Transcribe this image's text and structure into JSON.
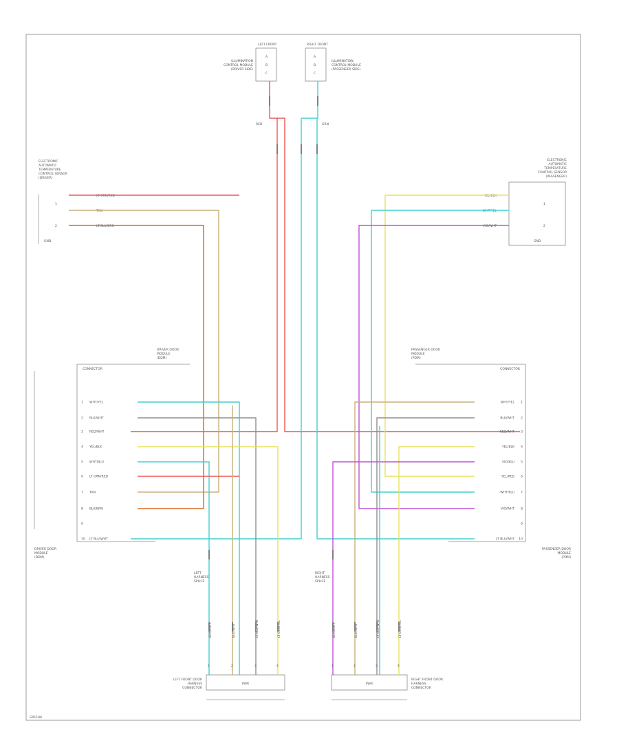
{
  "figure_id": "G01188",
  "colors": {
    "red": "#ee5555",
    "dark_red": "#c03030",
    "orange": "#d86a20",
    "yellow": "#e8e25a",
    "tan": "#c8b078",
    "cyan": "#40d0d0",
    "gray": "#8f8f8f",
    "purple": "#c050d8",
    "green": "#7ad66a",
    "blue": "#3a60e0"
  },
  "components": {
    "left_top_plug": {
      "line1": "LEFT FRONT",
      "line2": "ILLUMINATION",
      "line3": "CONTROL MODULE",
      "line4": "(DRIVER SIDE)",
      "pins": [
        "A",
        "B",
        "C"
      ]
    },
    "right_top_plug": {
      "line1": "RIGHT FRONT",
      "line2": "ILLUMINATION",
      "line3": "CONTROL MODULE",
      "line4": "(PASSENGER SIDE)",
      "pins": [
        "A",
        "B",
        "C"
      ]
    },
    "left_sensor": {
      "line1": "ELECTRONIC",
      "line2": "AUTOMATIC",
      "line3": "TEMPERATURE",
      "line4": "CONTROL SENSOR",
      "line5": "(DRIVER)",
      "pin_a": "1",
      "pin_b": "2",
      "ground": "GND"
    },
    "right_sensor": {
      "line1": "ELECTRONIC",
      "line2": "AUTOMATIC",
      "line3": "TEMPERATURE",
      "line4": "CONTROL SENSOR",
      "line5": "(PASSENGER)",
      "pin_a": "1",
      "pin_b": "2",
      "ground": "GND"
    },
    "left_module": {
      "line1": "DRIVER DOOR",
      "line2": "MODULE",
      "line3": "(DDM)",
      "line4": "",
      "line5": ""
    },
    "right_module": {
      "line1": "PASSENGER DOOR",
      "line2": "MODULE",
      "line3": "(PDM)",
      "line4": "",
      "line5": ""
    },
    "left_bottom_box": {
      "label": "PWR",
      "line1": "LEFT FRONT DOOR",
      "line2": "HARNESS",
      "line3": "CONNECTOR",
      "line4": ""
    },
    "right_bottom_box": {
      "label": "PWR",
      "line1": "RIGHT FRONT DOOR",
      "line2": "HARNESS",
      "line3": "CONNECTOR",
      "line4": ""
    },
    "left_splice": {
      "line1": "LEFT",
      "line2": "HARNESS",
      "line3": "SPLICE"
    },
    "right_splice": {
      "line1": "RIGHT",
      "line2": "HARNESS",
      "line3": "SPLICE"
    }
  },
  "top_wires": {
    "left_label": "RED",
    "right_label": "GRN"
  },
  "left_sensor_wires": [
    {
      "label": "LT GRN/RED",
      "color": "red"
    },
    {
      "label": "TAN",
      "color": "tan"
    },
    {
      "label": "LT BLU/BRN",
      "color": "gray"
    }
  ],
  "right_sensor_wires": [
    {
      "label": "YEL/BLK",
      "color": "yellow"
    },
    {
      "label": "WHT/YEL",
      "color": "cyan"
    },
    {
      "label": "VIO/WHT",
      "color": "purple"
    }
  ],
  "left_connector_header": "CONNECTOR",
  "right_connector_header": "CONNECTOR",
  "left_module_rows": [
    {
      "pin": "1",
      "label": "WHT/YEL",
      "color": "cyan"
    },
    {
      "pin": "2",
      "label": "BLK/WHT",
      "color": "gray"
    },
    {
      "pin": "3",
      "label": "RED/WHT",
      "color": "red"
    },
    {
      "pin": "4",
      "label": "YEL/BLK",
      "color": "yellow"
    },
    {
      "pin": "5",
      "label": "WHT/BLU",
      "color": "cyan"
    },
    {
      "pin": "6",
      "label": "LT GRN/RED",
      "color": "red"
    },
    {
      "pin": "7",
      "label": "TAN",
      "color": "tan"
    },
    {
      "pin": "8",
      "label": "BLK/BRN",
      "color": "gray"
    },
    {
      "pin": "9",
      "label": "",
      "color": ""
    },
    {
      "pin": "10",
      "label": "LT BLU/WHT",
      "color": "cyan"
    }
  ],
  "right_module_rows": [
    {
      "pin": "1",
      "label": "WHT/YEL",
      "color": "cyan"
    },
    {
      "pin": "2",
      "label": "BLK/WHT",
      "color": "gray"
    },
    {
      "pin": "3",
      "label": "RED/WHT",
      "color": "red"
    },
    {
      "pin": "4",
      "label": "YEL/BLK",
      "color": "yellow"
    },
    {
      "pin": "5",
      "label": "VIO/BLU",
      "color": "purple"
    },
    {
      "pin": "6",
      "label": "YEL/RED",
      "color": "yellow"
    },
    {
      "pin": "7",
      "label": "WHT/BLU",
      "color": "cyan"
    },
    {
      "pin": "8",
      "label": "VIO/WHT",
      "color": "purple"
    },
    {
      "pin": "9",
      "label": "",
      "color": ""
    },
    {
      "pin": "10",
      "label": "LT BLU/WHT",
      "color": "cyan"
    }
  ],
  "left_bottom_pins": [
    "1",
    "2",
    "3",
    "4"
  ],
  "right_bottom_pins": [
    "1",
    "2",
    "3",
    "4"
  ],
  "left_bottom_wire_labels": [
    "BRN/WHT",
    "BLK/WHT",
    "LT BLU/WHT",
    "LT GRN/YEL"
  ],
  "right_bottom_wire_labels": [
    "BRN/WHT",
    "BLK/WHT",
    "LT BLU/WHT",
    "LT GRN/YEL"
  ]
}
